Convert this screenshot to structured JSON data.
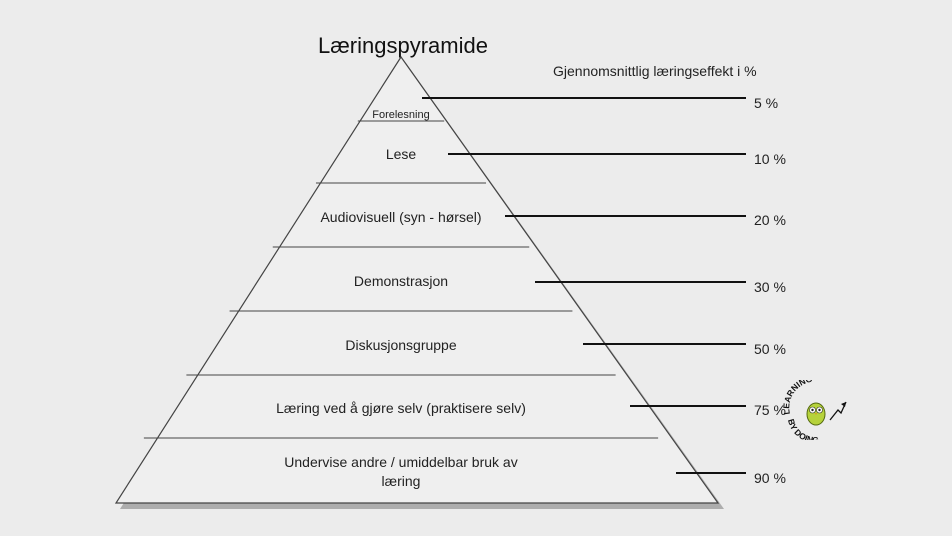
{
  "title": "Læringspyramide",
  "subtitle": "Gjennomsnittlig læringseffekt i %",
  "levels": [
    {
      "label": "Forelesning",
      "percent": "5 %"
    },
    {
      "label": "Lese",
      "percent": "10 %"
    },
    {
      "label": "Audiovisuell (syn - hørsel)",
      "percent": "20 %"
    },
    {
      "label": "Demonstrasjon",
      "percent": "30 %"
    },
    {
      "label": "Diskusjonsgruppe",
      "percent": "50 %"
    },
    {
      "label": "Læring ved å gjøre selv (praktisere selv)",
      "percent": "75 %"
    },
    {
      "label": "Undervise andre / umiddelbar bruk av læring",
      "percent": "90 %"
    }
  ],
  "logo": {
    "line1": "LEARNING",
    "line2": "BY DOING"
  },
  "colors": {
    "band_fill": "#efefef",
    "outline": "#444444",
    "shadow": "#7a7a7a",
    "background": "#ececec"
  }
}
